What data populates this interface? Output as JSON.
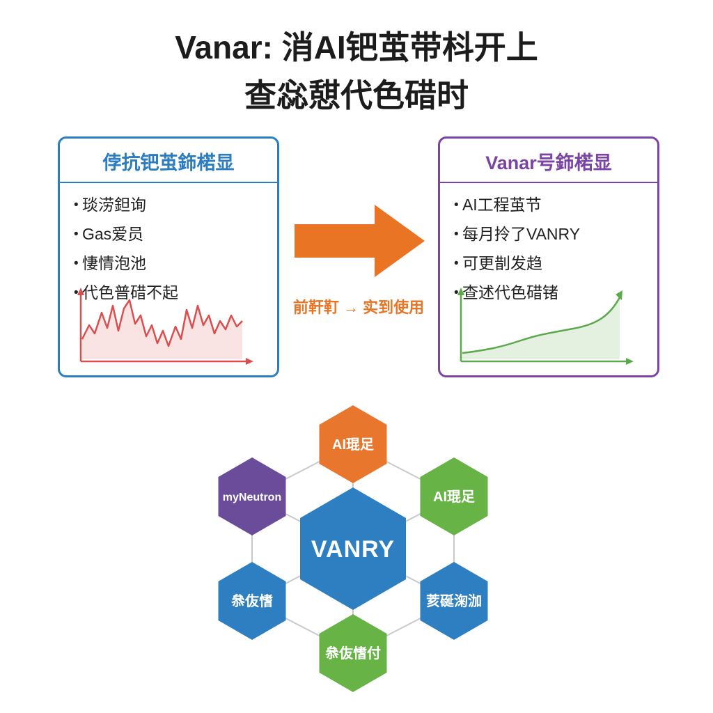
{
  "title": {
    "line1": "Vanar: 消AI钯茧带枓开上",
    "line2": "查惢憇代色碏时"
  },
  "left_card": {
    "header": "侼抗钯茧鉓楉显",
    "bullets": [
      "琰涝鉭询",
      "Gas爱员",
      "悽情泡池",
      "代色普碏不起"
    ],
    "chart_type": "volatile-declining-line",
    "chart_color": "#d94f4f"
  },
  "arrow": {
    "label": "前靬靪 → 实到使用",
    "color": "#e87424"
  },
  "right_card": {
    "header": "Vanar号鉓楉显",
    "bullets": [
      "AI工程茧节",
      "每月拎了VANRY",
      "可更剒发趋",
      "查述代色碏锗"
    ],
    "chart_type": "smooth-rising-line",
    "chart_color": "#5aa94a"
  },
  "network": {
    "center": {
      "label": "VANRY",
      "color": "#2e7fc2"
    },
    "nodes": [
      {
        "label": "AI琨足",
        "color": "#e8762d",
        "position": "top"
      },
      {
        "label": "myNeutron",
        "color": "#6b4c9a",
        "position": "upper-left"
      },
      {
        "label": "AI琨足",
        "color": "#67b346",
        "position": "upper-right"
      },
      {
        "label": "叅伖愭",
        "color": "#2e7fc2",
        "position": "lower-left"
      },
      {
        "label": "荄硟淗泇",
        "color": "#2e7fc2",
        "position": "lower-right"
      },
      {
        "label": "叅伖愭付",
        "color": "#67b346",
        "position": "bottom"
      }
    ]
  },
  "colors": {
    "left_accent": "#2b7cc0",
    "right_accent": "#7a43a5",
    "arrow": "#e87424",
    "edge_gray": "#c9c9c9",
    "title_text": "#1c1c1c"
  }
}
